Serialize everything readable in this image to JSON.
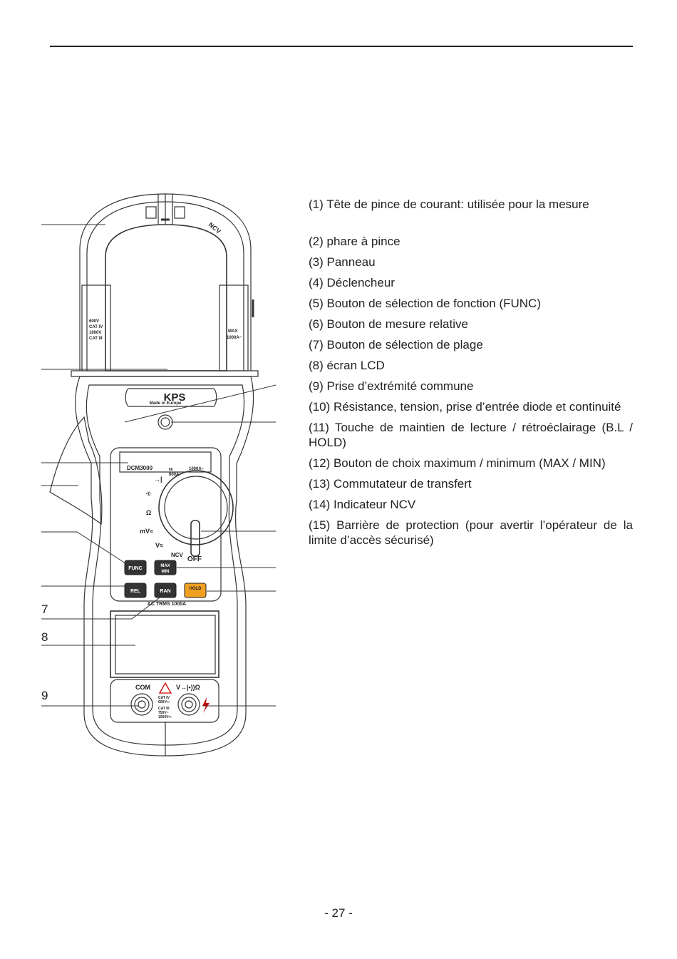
{
  "figure": {
    "brand": "KPS",
    "made_in": "Made in Europe",
    "model": "DCM3000",
    "rating": "AC TRMS 1000A",
    "clamp_left_rating": [
      "600V",
      "CAT IV",
      "1000V",
      "CAT III"
    ],
    "clamp_right_warning": [
      "MAX",
      "1000A~"
    ],
    "ncv_head_label": "NCV",
    "dial_positions": {
      "amp_low": "60",
      "amp_mid": "600A~",
      "amp_high": "1000A~",
      "diode": "→|",
      "continuity": "•))",
      "ohm": "Ω",
      "millivolt": "mV≈",
      "volt": "V≈",
      "ncv": "NCV",
      "off": "OFF"
    },
    "buttons": {
      "func": "FUNC",
      "max": "MAX",
      "min": "MIN",
      "rel": "REL",
      "ran": "RAN",
      "hold": "HOLD"
    },
    "jacks": {
      "com": "COM",
      "v_label": "V→|•))Ω",
      "cat_lines": [
        "CAT IV",
        "600V⎓",
        "CAT III",
        "750V~",
        "1000V⎓"
      ]
    },
    "callout_numbers": {
      "n7": "7",
      "n8": "8",
      "n9": "9"
    }
  },
  "descriptions": [
    "(1) Tête de pince de courant: utilisée pour la mesure",
    "(2) phare à pince",
    "(3) Panneau",
    "(4) Déclencheur",
    "(5) Bouton de sélection de fonction (FUNC)",
    "(6) Bouton de mesure relative",
    "(7) Bouton de sélection de plage",
    "(8) écran LCD",
    "(9) Prise d’extrémité commune",
    "(10) Résistance, tension, prise d’entrée diode et continuité",
    "(11) Touche de maintien de lecture / rétroéclairage (B.L / HOLD)",
    "(12) Bouton de choix maximum / minimum (MAX / MIN)",
    "(13) Commutateur de transfert",
    "(14) Indicateur NCV",
    "(15) Barrière de protection (pour avertir l’opérateur de la limite d’accès sécurisé)"
  ],
  "page_number": "- 27 -"
}
